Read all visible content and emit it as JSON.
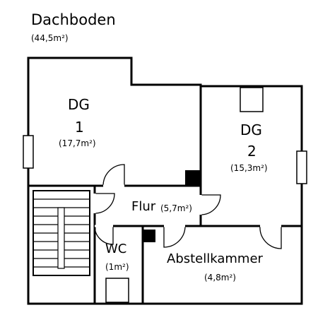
{
  "plan": {
    "title": "Dachboden",
    "area": "(44,5m²)"
  },
  "rooms": {
    "dg1": {
      "name_line1": "DG",
      "name_line2": "1",
      "area": "(17,7m²)"
    },
    "dg2": {
      "name_line1": "DG",
      "name_line2": "2",
      "area": "(15,3m²)"
    },
    "flur": {
      "name": "Flur",
      "area": "(5,7m²)"
    },
    "wc": {
      "name": "WC",
      "area": "(1m²)"
    },
    "abstellkammer": {
      "name": "Abstellkammer",
      "area": "(4,8m²)"
    }
  },
  "colors": {
    "wall": "#000000",
    "background": "#ffffff"
  }
}
